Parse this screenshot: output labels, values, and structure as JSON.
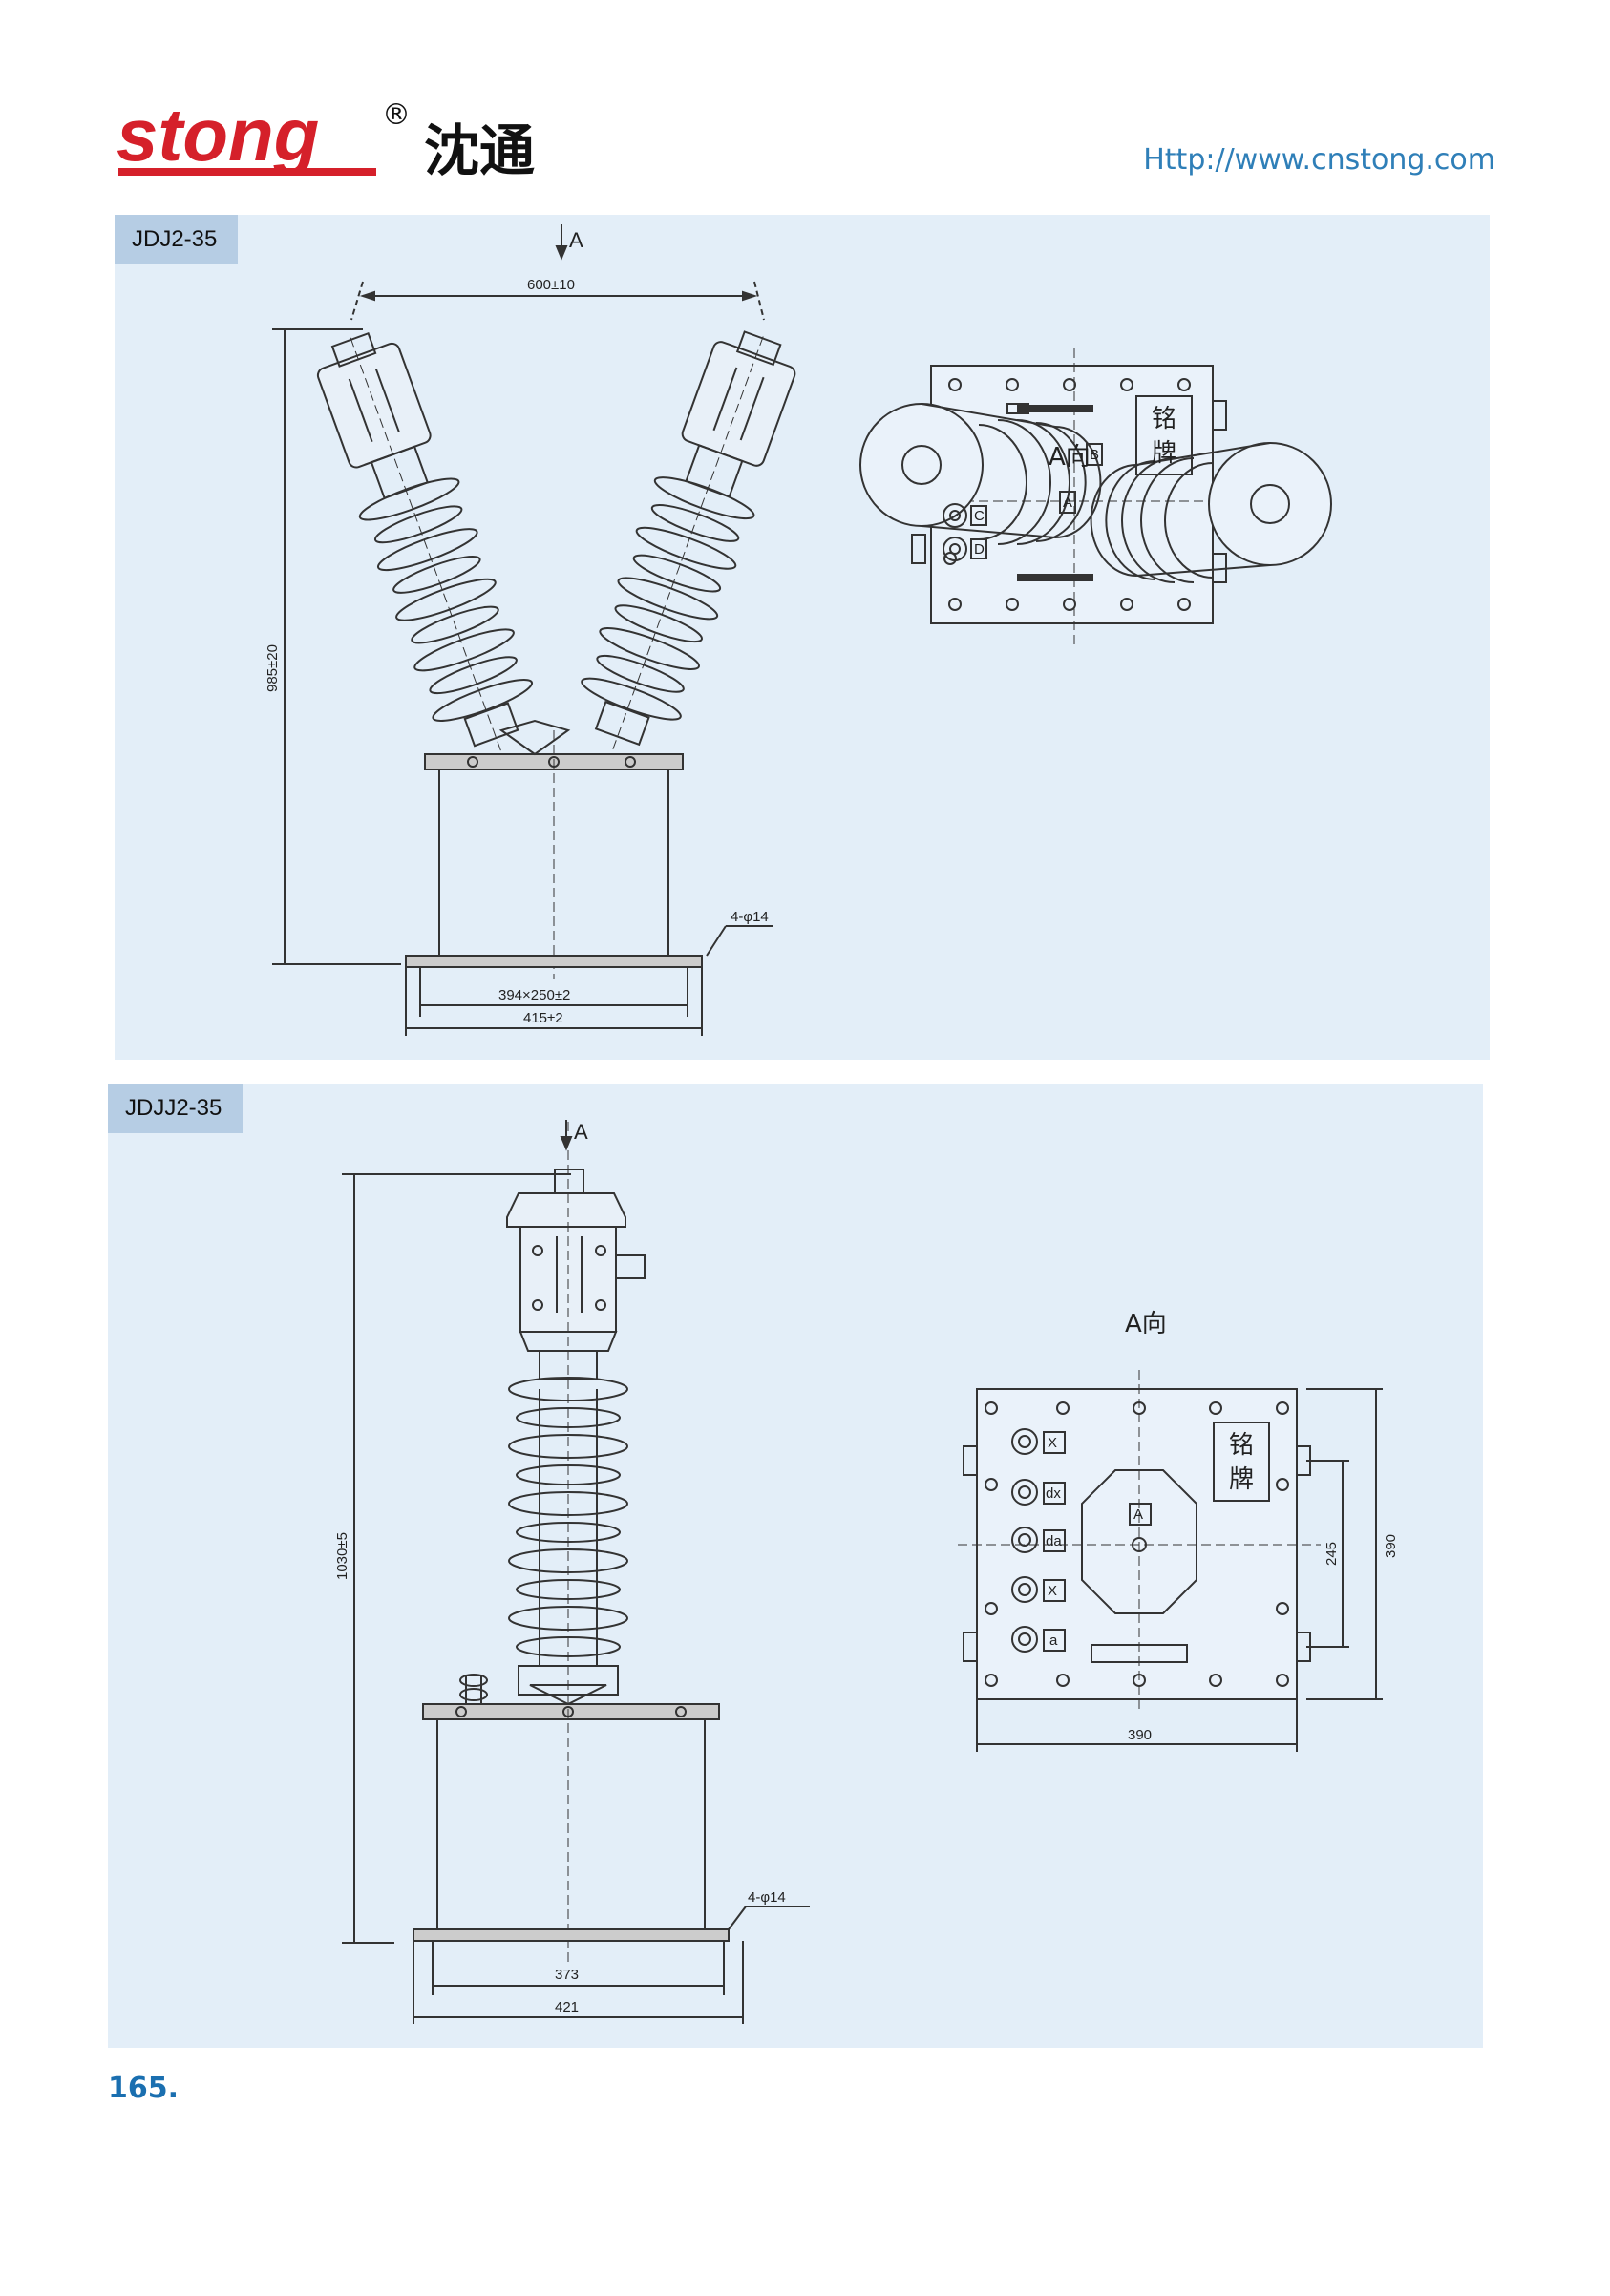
{
  "header": {
    "brand": "stong",
    "registered": "®",
    "brand_cn": "沈通",
    "url": "Http://www.cnstong.com"
  },
  "panel1": {
    "model": "JDJ2-35",
    "view_arrow": "A",
    "view_label": "A向",
    "nameplate": [
      "铭",
      "牌"
    ],
    "dims": {
      "top_span": "600±10",
      "height": "985±20",
      "holes": "4-φ14",
      "base_inner": "394×250±2",
      "base_outer": "415±2"
    },
    "terminals": [
      "C",
      "D",
      "A",
      "B"
    ]
  },
  "panel2": {
    "model": "JDJJ2-35",
    "view_arrow": "A",
    "view_label": "A向",
    "nameplate": [
      "铭",
      "牌"
    ],
    "dims": {
      "height": "1030±5",
      "holes": "4-φ14",
      "base_inner": "373",
      "base_outer": "421",
      "plate_width": "390",
      "plate_height": "390",
      "inner_height": "245"
    },
    "terminals": [
      "X",
      "dx",
      "da",
      "X",
      "a"
    ],
    "center_mark": "A"
  },
  "footer": {
    "page_number": "165."
  },
  "colors": {
    "brand_red": "#d5202a",
    "panel_bg": "#e3eef8",
    "tag_bg": "#b6cde4",
    "url_blue": "#2f7fb8"
  }
}
